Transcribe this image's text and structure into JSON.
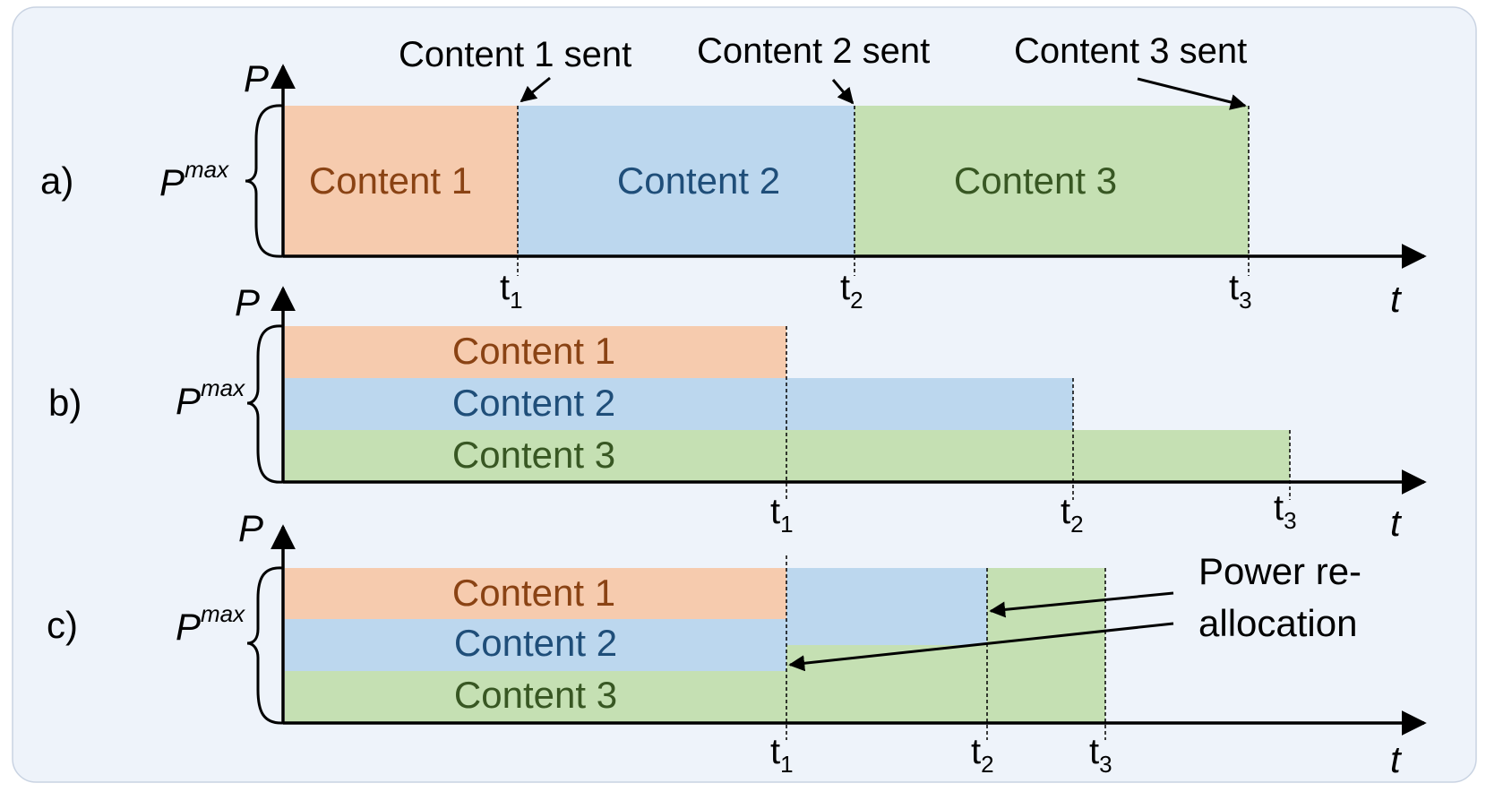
{
  "colors": {
    "panel_bg": "#eef3fa",
    "panel_border": "#c9d3e2",
    "content1_fill": "#f6cbae",
    "content1_text": "#8a4314",
    "content2_fill": "#bcd7ee",
    "content2_text": "#1f4e79",
    "content3_fill": "#c5e0b3",
    "content3_text": "#385723",
    "axis": "#000000"
  },
  "axis_labels": {
    "power": "P",
    "pmax_base": "P",
    "pmax_sup": "max",
    "time": "t",
    "t_base": "t",
    "t1_sub": "1",
    "t2_sub": "2",
    "t3_sub": "3"
  },
  "panel_a": {
    "label": "a)",
    "content1": "Content 1",
    "content2": "Content 2",
    "content3": "Content 3",
    "sent1": "Content 1 sent",
    "sent2": "Content 2 sent",
    "sent3": "Content 3 sent"
  },
  "panel_b": {
    "label": "b)",
    "content1": "Content 1",
    "content2": "Content 2",
    "content3": "Content 3"
  },
  "panel_c": {
    "label": "c)",
    "content1": "Content 1",
    "content2": "Content 2",
    "content3": "Content 3",
    "realloc_line1": "Power re-",
    "realloc_line2": "allocation"
  }
}
